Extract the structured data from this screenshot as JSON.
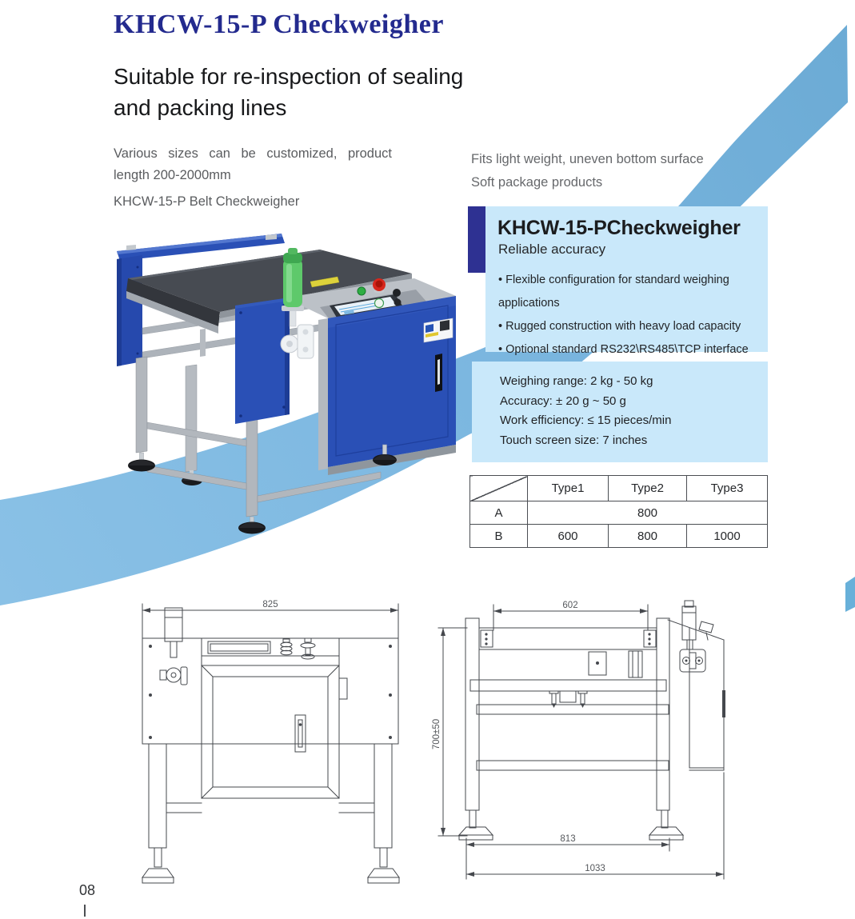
{
  "page": {
    "title": "KHCW-15-P Checkweigher",
    "page_number": "08"
  },
  "intro": {
    "subtitle_lines": [
      "Suitable for re-inspection of sealing",
      "and packing lines"
    ],
    "description": "Various sizes can be customized, product length 200-2000mm",
    "model_caption": "KHCW-15-P Belt Checkweigher",
    "fit_lines": [
      "Fits light weight, uneven bottom surface",
      "Soft package products"
    ]
  },
  "feature_box": {
    "title": "KHCW-15-PCheckweigher",
    "subtitle": "Reliable accuracy",
    "bullets": [
      "• Flexible configuration for standard weighing applications",
      "• Rugged construction with heavy load capacity",
      "• Optional standard RS232\\RS485\\TCP interface"
    ]
  },
  "specs": {
    "lines": [
      "Weighing range: 2 kg - 50 kg",
      "Accuracy: ± 20 g ~ 50 g",
      "Work efficiency: ≤ 15 pieces/min",
      "Touch screen size: 7 inches"
    ]
  },
  "size_table": {
    "col_headers": [
      "Type1",
      "Type2",
      "Type3"
    ],
    "row_a": {
      "label": "A",
      "merged_value": "800"
    },
    "row_b": {
      "label": "B",
      "values": [
        "600",
        "800",
        "1000"
      ]
    }
  },
  "dimensions": {
    "front_view": {
      "width": "825"
    },
    "side_view": {
      "belt_length": "602",
      "height": "700±50",
      "foot_span": "813",
      "total_length": "1033"
    }
  },
  "colors": {
    "title_blue": "#232a8e",
    "accent_indigo": "#2e3192",
    "panel_light_blue": "#c9e8fa",
    "swoosh_blue": "#79b5dd",
    "machine_blue": "#2a50b6"
  }
}
